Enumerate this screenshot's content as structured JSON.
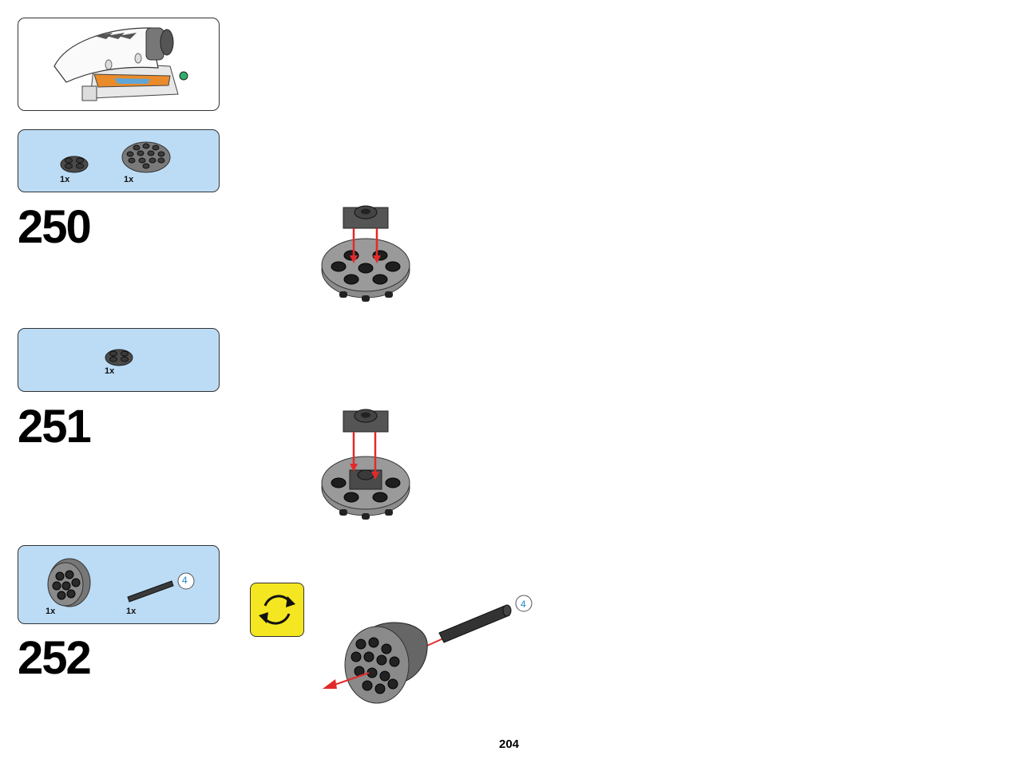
{
  "page": {
    "number": "204"
  },
  "steps": [
    {
      "number": "250",
      "parts": [
        {
          "qty": "1x",
          "part": "round-plate-2x2-dark-grey"
        },
        {
          "qty": "1x",
          "part": "round-plate-4x4-light-grey"
        }
      ]
    },
    {
      "number": "251",
      "parts": [
        {
          "qty": "1x",
          "part": "round-plate-2x2-dark-grey"
        }
      ]
    },
    {
      "number": "252",
      "parts": [
        {
          "qty": "1x",
          "part": "round-tile-dark-grey"
        },
        {
          "qty": "1x",
          "part": "axle",
          "length_label": "4"
        }
      ],
      "callout": {
        "axle_length": "4",
        "icon": "rotate-model-icon"
      }
    }
  ],
  "colors": {
    "parts_bg": "#bcdcf5",
    "rotate_bg": "#f4e620",
    "arrow": "#e32a2a",
    "axle_badge": "#1e88c8"
  }
}
